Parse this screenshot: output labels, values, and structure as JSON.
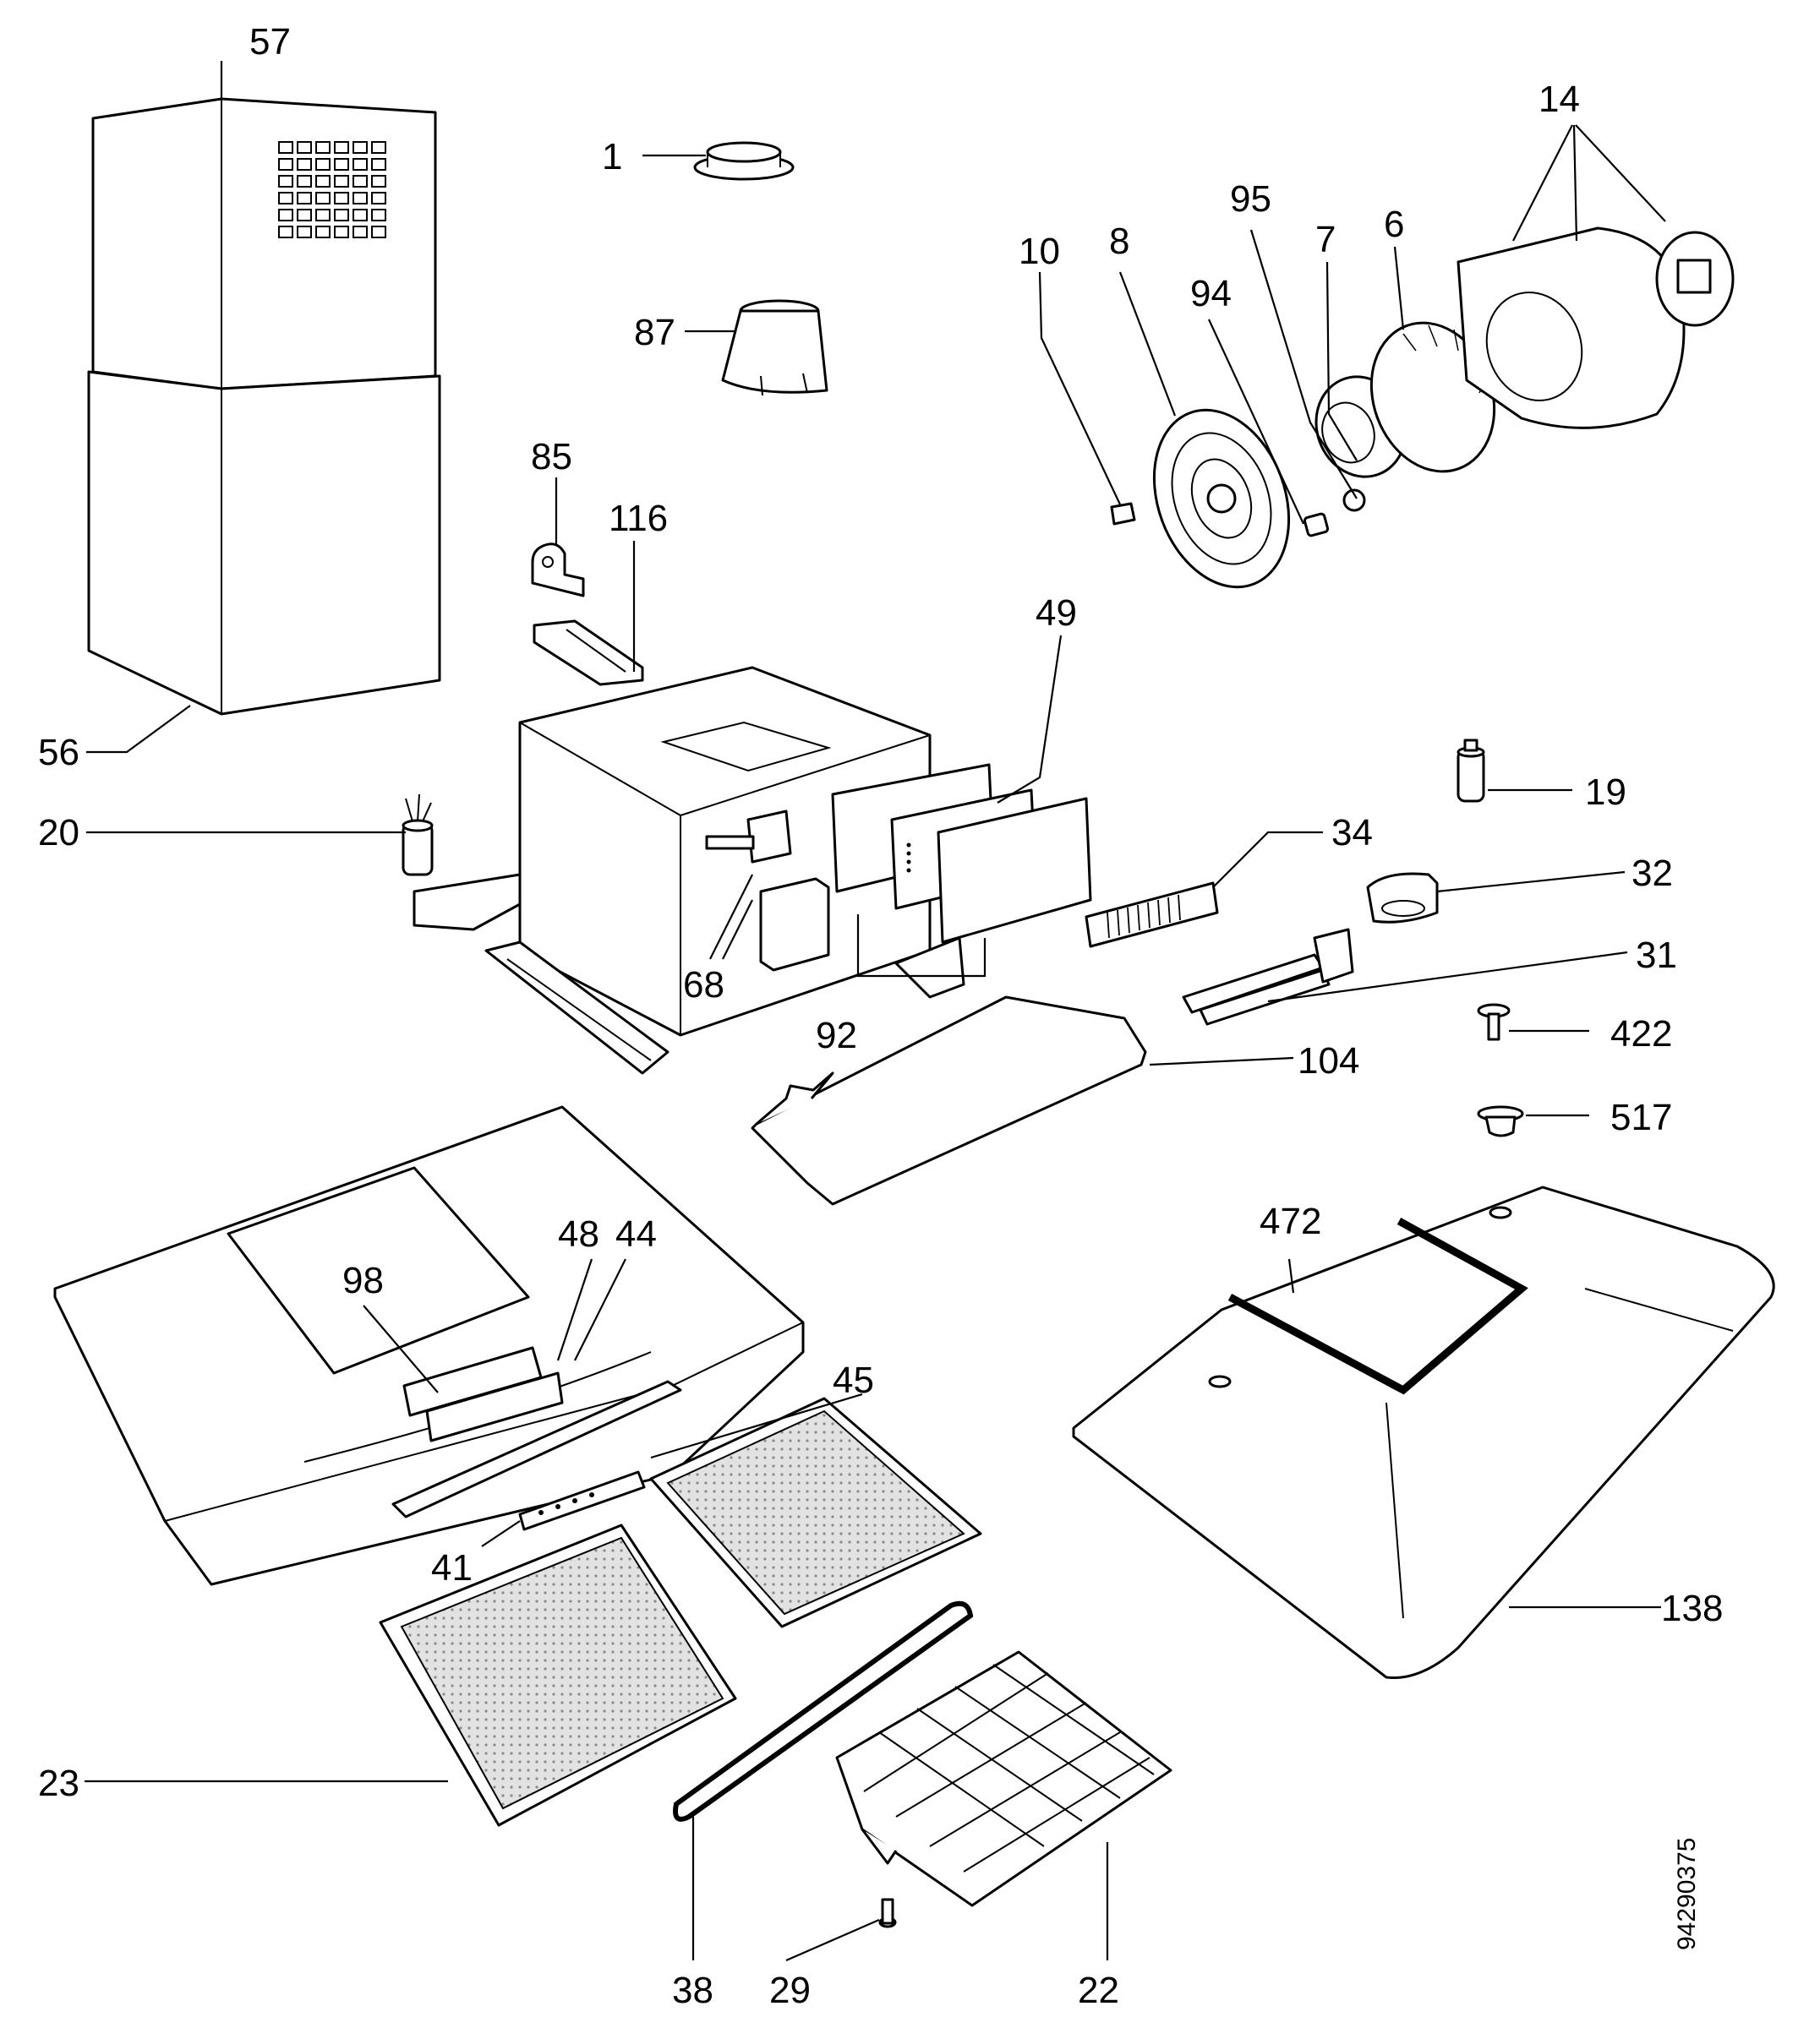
{
  "diagram": {
    "drawing_number": "94290375",
    "labels": {
      "l57": "57",
      "l1": "1",
      "l87": "87",
      "l85": "85",
      "l116": "116",
      "l56": "56",
      "l20": "20",
      "l10": "10",
      "l8": "8",
      "l95": "95",
      "l94": "94",
      "l7": "7",
      "l6": "6",
      "l14": "14",
      "l49": "49",
      "l19": "19",
      "l34": "34",
      "l32": "32",
      "l31": "31",
      "l68": "68",
      "l92": "92",
      "l104": "104",
      "l422": "422",
      "l517": "517",
      "l472": "472",
      "l98": "98",
      "l48": "48",
      "l44": "44",
      "l45": "45",
      "l41": "41",
      "l138": "138",
      "l23": "23",
      "l38": "38",
      "l29": "29",
      "l22": "22"
    }
  }
}
